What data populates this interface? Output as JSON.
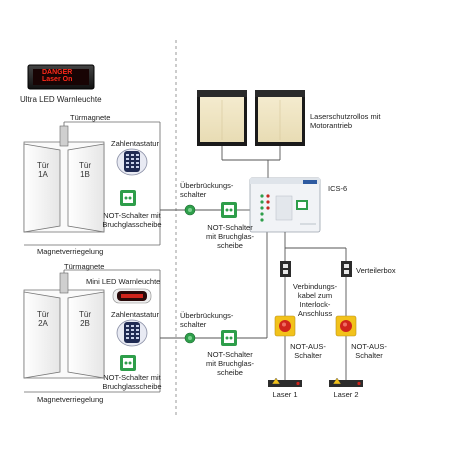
{
  "left": {
    "warn_ultra": {
      "display_line1": "DANGER",
      "display_line2": "Laser On",
      "caption": "Ultra LED Warnleuchte"
    },
    "group1": {
      "tuermagnete": "Türmagnete",
      "door_a_line1": "Tür",
      "door_a_line2": "1A",
      "door_b_line1": "Tür",
      "door_b_line2": "1B",
      "keypad": "Zahlentastatur",
      "notschalter": "NOT-Schalter mit Bruchglasscheibe",
      "magnet": "Magnetverriegelung"
    },
    "group2": {
      "tuermagnete": "Türmagnete",
      "mini_led": "Mini LED Warnleuchte",
      "door_a_line1": "Tür",
      "door_a_line2": "2A",
      "door_b_line1": "Tür",
      "door_b_line2": "2B",
      "keypad": "Zahlentastatur",
      "notschalter": "NOT-Schalter mit Bruchglasscheibe",
      "magnet": "Magnetverriegelung"
    }
  },
  "middle": {
    "bypass1": "Überbrückungs-schalter",
    "not1": "NOT-Schalter mit Bruchglas-scheibe",
    "bypass2": "Überbrückungs-schalter",
    "not2": "NOT-Schalter mit Bruchglas-scheibe"
  },
  "right": {
    "shutters": "Laserschutzrollos mit Motorantrieb",
    "ics": "ICS-6",
    "verteilerbox": "Verteilerbox",
    "interlock_cable": "Verbindungs-kabel zum Interlock-Anschluss",
    "notaus1": "NOT-AUS-Schalter",
    "notaus2": "NOT-AUS-Schalter",
    "laser1": "Laser 1",
    "laser2": "Laser 2"
  },
  "colors": {
    "accent_green": "#2e9e4a",
    "warning_red": "#d0241c",
    "line": "#555555",
    "dashed_divider": "#999999"
  }
}
